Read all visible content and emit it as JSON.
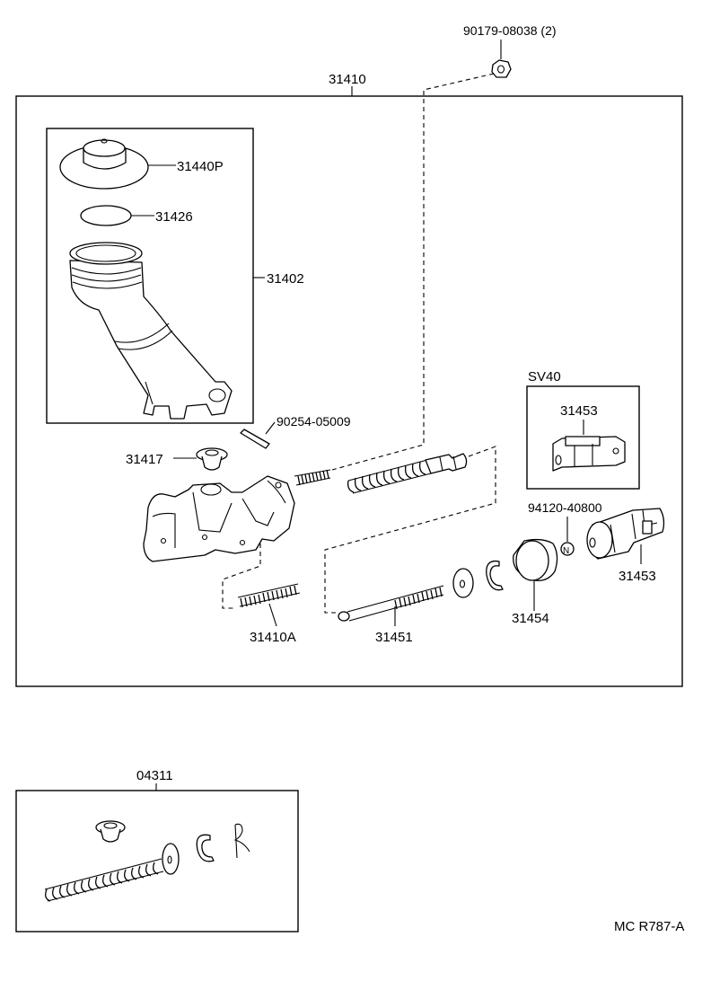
{
  "diagram": {
    "labels": {
      "bolt_top": "90179-08038 (2)",
      "assembly_main": "31410",
      "cap": "31440P",
      "gasket": "31426",
      "reservoir": "31402",
      "pin": "90254-05009",
      "grommet": "31417",
      "sv40": "SV40",
      "switch_in_box": "31453",
      "nut": "94120-40800",
      "switch": "31453",
      "stud": "31410A",
      "push_rod": "31451",
      "boot": "31454",
      "kit": "04311",
      "ref_code": "MC R787-A"
    },
    "nut_mark": "N"
  }
}
